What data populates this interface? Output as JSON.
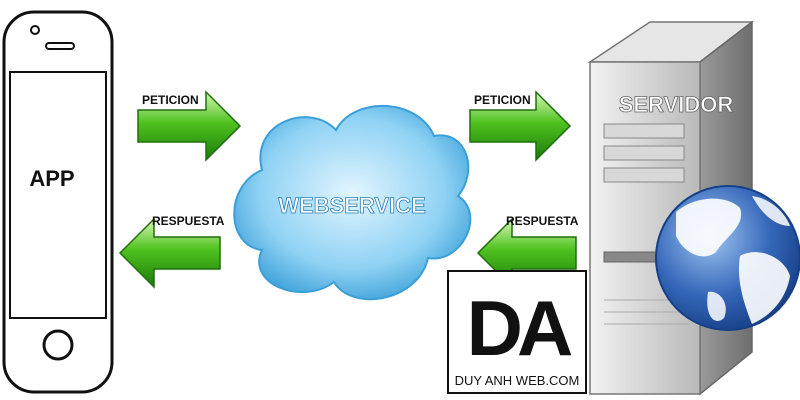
{
  "app": {
    "label": "APP"
  },
  "webservice": {
    "label": "WEBSERVICE"
  },
  "server": {
    "label": "SERVIDOR"
  },
  "arrows": {
    "request_left": "PETICION",
    "request_right": "PETICION",
    "response_left": "RESPUESTA",
    "response_right": "RESPUESTA"
  },
  "watermark": {
    "logo_text": "DA",
    "site": "DUY ANH WEB.COM"
  },
  "colors": {
    "arrow_green": "#2f9a12",
    "cloud_blue": "#6cc0ea",
    "server_gray": "#c8c8c8",
    "globe_blue": "#2f5fae"
  }
}
